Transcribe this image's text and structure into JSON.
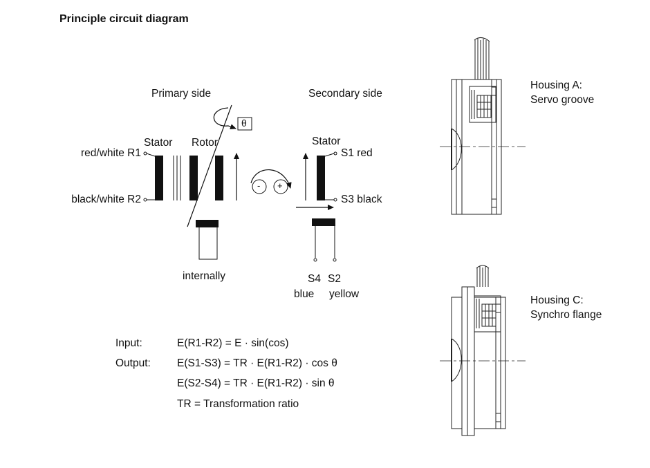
{
  "title": "Principle circuit diagram",
  "circuit": {
    "primary_side": "Primary side",
    "secondary_side": "Secondary side",
    "theta": "θ",
    "stator_primary": "Stator",
    "rotor": "Rotor",
    "stator_secondary": "Stator",
    "r1": "red/white R1",
    "r2": "black/white R2",
    "s1": "S1 red",
    "s3": "S3 black",
    "minus": "-",
    "plus": "+",
    "internally": "internally",
    "s4": "S4",
    "s2": "S2",
    "s4_color": "blue",
    "s2_color": "yellow"
  },
  "formulas": {
    "input_label": "Input:",
    "input_expr": "E(R1-R2) = E · sin(cos)",
    "output_label": "Output:",
    "output_expr1": "E(S1-S3) = TR · E(R1-R2) · cos θ",
    "output_expr2": "E(S2-S4) = TR · E(R1-R2) · sin θ",
    "tr_def": "TR = Transformation ratio"
  },
  "housings": {
    "a_title": "Housing A:",
    "a_sub": "Servo groove",
    "c_title": "Housing C:",
    "c_sub": "Synchro flange"
  }
}
